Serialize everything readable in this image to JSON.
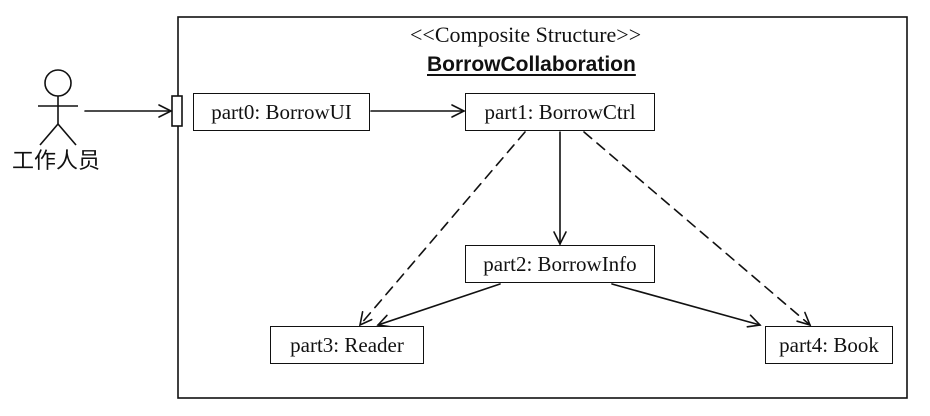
{
  "diagram": {
    "stereotype": "<<Composite Structure>>",
    "collaboration_name": "BorrowCollaboration",
    "actor": {
      "label": "工作人员"
    },
    "parts": {
      "part0": "part0: BorrowUI",
      "part1": "part1: BorrowCtrl",
      "part2": "part2: BorrowInfo",
      "part3": "part3: Reader",
      "part4": "part4: Book"
    },
    "connectors": [
      {
        "from": "actor",
        "to": "port",
        "style": "solid"
      },
      {
        "from": "part0",
        "to": "part1",
        "style": "solid"
      },
      {
        "from": "part1",
        "to": "part2",
        "style": "solid"
      },
      {
        "from": "part2",
        "to": "part3",
        "style": "solid"
      },
      {
        "from": "part2",
        "to": "part4",
        "style": "solid"
      },
      {
        "from": "part1",
        "to": "part3",
        "style": "dashed"
      },
      {
        "from": "part1",
        "to": "part4",
        "style": "dashed"
      }
    ]
  }
}
